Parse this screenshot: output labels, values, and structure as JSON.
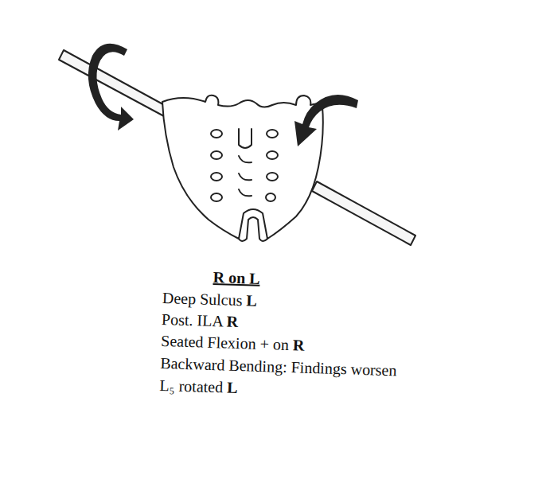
{
  "diagram": {
    "labels": [
      "R on L",
      "Deep Sulcus L",
      "Post. ILA R",
      "Seated Flexion + on R",
      "Backward Bending: Findings worsen",
      "L₅ rotated L"
    ]
  }
}
